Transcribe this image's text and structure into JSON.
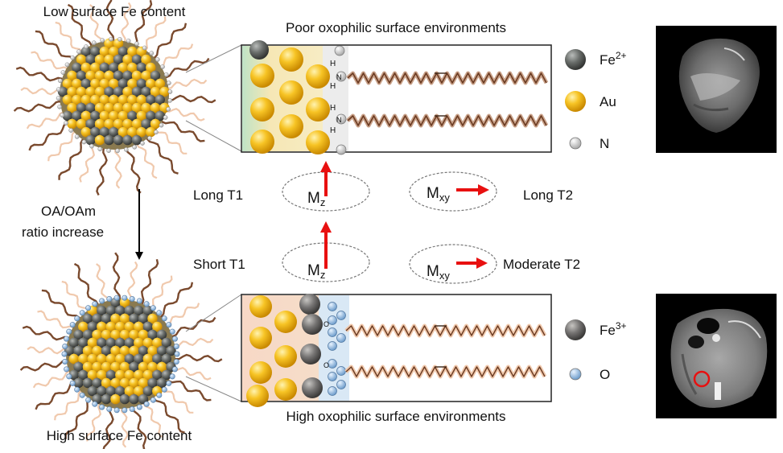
{
  "labels": {
    "top_particle": "Low surface Fe content",
    "bottom_particle": "High surface Fe content",
    "top_panel": "Poor oxophilic surface environments",
    "bottom_panel": "High oxophilic surface environments",
    "transition_line1": "OA/OAm",
    "transition_line2": "ratio increase",
    "top_relax_left": "Long T1",
    "top_relax_right": "Long T2",
    "bottom_relax_left": "Short T1",
    "bottom_relax_right": "Moderate T2",
    "mz_main": "M",
    "mz_sub": "z",
    "mxy_main": "M",
    "mxy_sub": "xy",
    "amine_h": "H",
    "amine_n": "N",
    "ester_o": "O"
  },
  "legend_top": [
    {
      "main": "Fe",
      "sup": "2+",
      "symbol": "fe2",
      "color": "#5f6360"
    },
    {
      "main": "Au",
      "sup": "",
      "symbol": "au",
      "color": "#f2b319"
    },
    {
      "main": "N",
      "sup": "",
      "symbol": "n",
      "color": "#d8d8d8"
    }
  ],
  "legend_bottom": [
    {
      "main": "Fe",
      "sup": "3+",
      "symbol": "fe3",
      "color": "#6b6e6c"
    },
    {
      "main": "O",
      "sup": "",
      "symbol": "o",
      "color": "#8fb8e0"
    }
  ],
  "colors": {
    "gold": "#f2b319",
    "iron": "#5f6360",
    "ligand": "#7a4a2e",
    "ligand_light": "#f0c9ad",
    "arrow_red": "#e81010",
    "mri_bg": "#000000"
  },
  "mri": {
    "top": "t1-weighted-mri-low-contrast",
    "bottom": "t1-weighted-mri-high-contrast-with-red-circle"
  }
}
